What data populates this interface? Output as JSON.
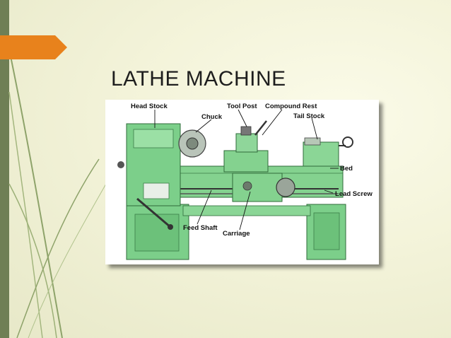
{
  "slide": {
    "title": "LATHE MACHINE",
    "accent_color": "#e8821c",
    "sidebar_color": "#6f7f55",
    "machine_color": "#7ccf8a"
  },
  "labels": {
    "head_stock": "Head Stock",
    "chuck": "Chuck",
    "tool_post": "Tool Post",
    "compound_rest": "Compound Rest",
    "tail_stock": "Tail Stock",
    "bed": "Bed",
    "lead_screw": "Lead Screw",
    "feed_shaft": "Feed Shaft",
    "carriage": "Carriage"
  }
}
